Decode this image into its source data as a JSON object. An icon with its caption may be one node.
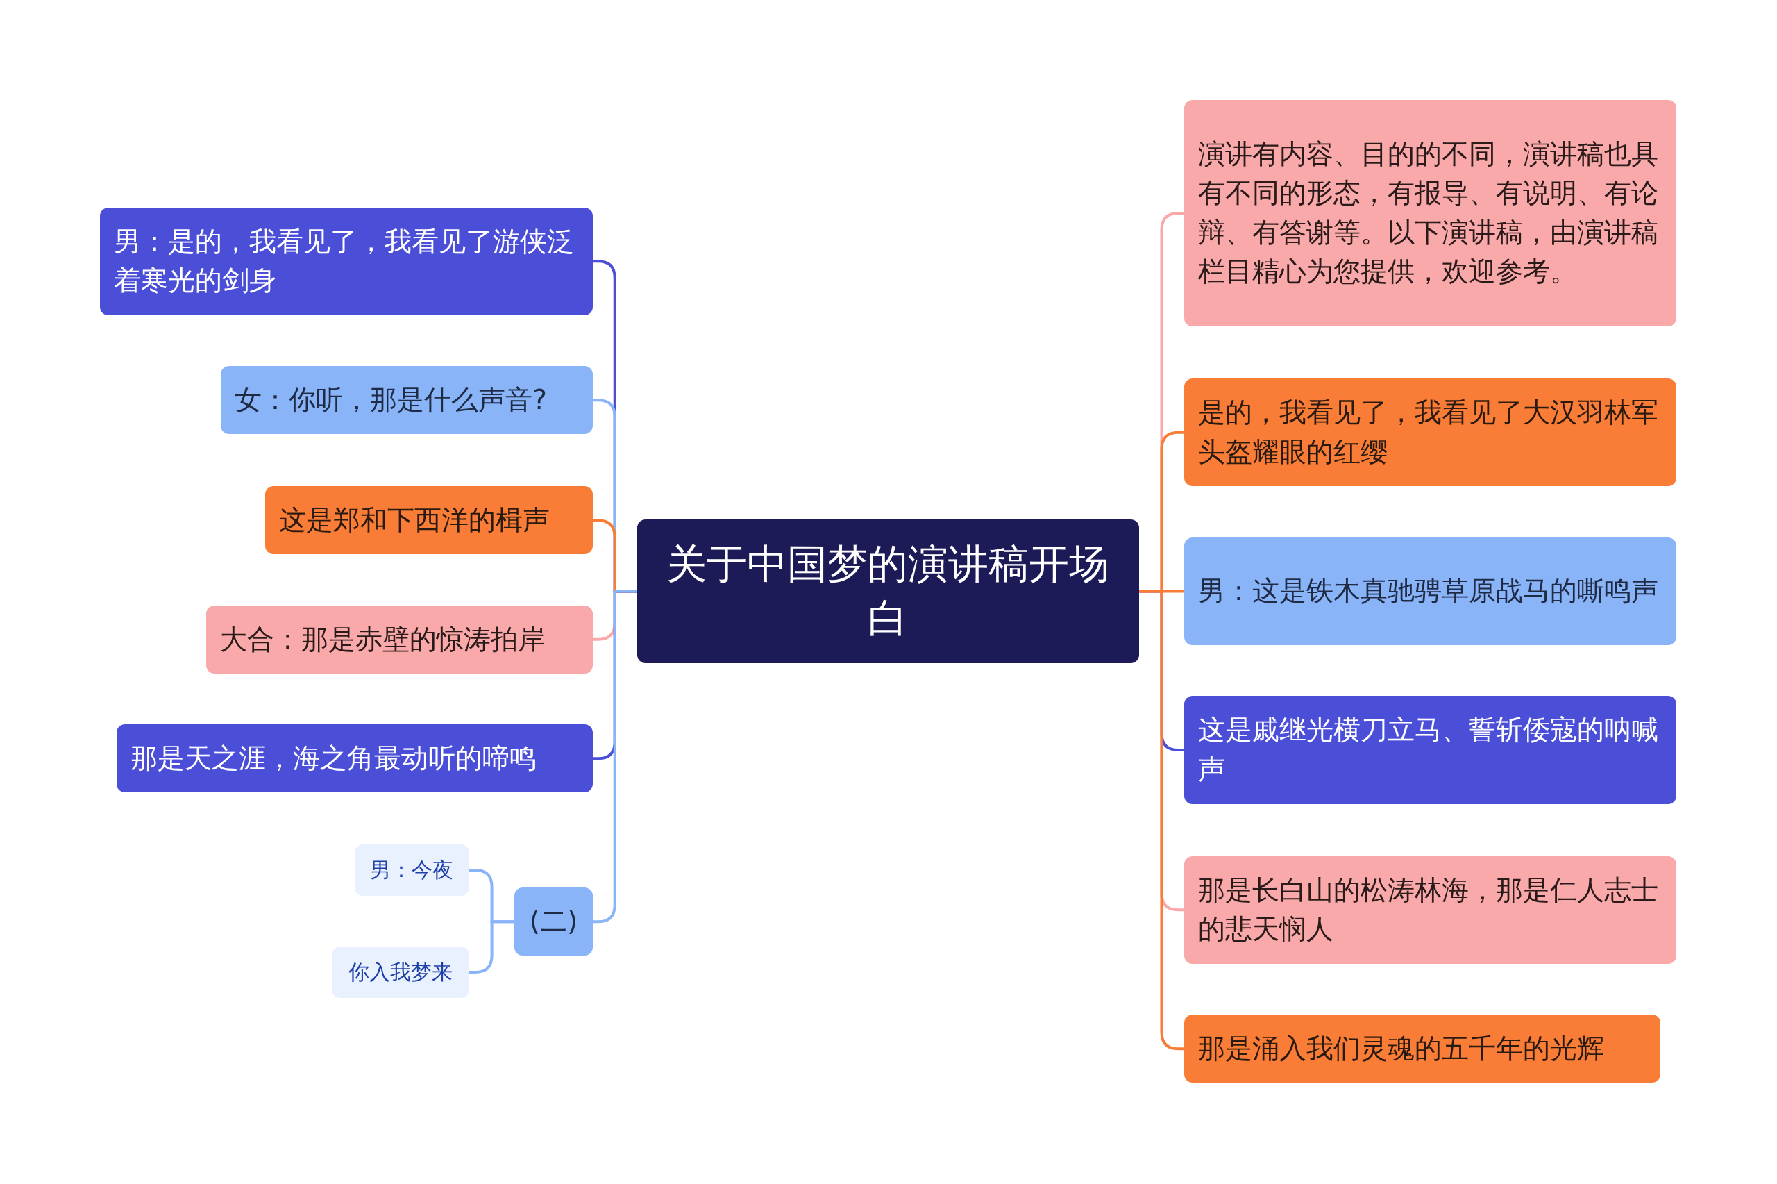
{
  "diagram": {
    "nodes": [
      {
        "text": [
          "关于中国梦的演讲稿开场白"
        ]
      },
      {
        "text": [
          "男：是的，我看见了，我看见了游侠泛着寒光的剑身"
        ]
      },
      {
        "text": [
          "女：你听，那是什么声音?"
        ]
      },
      {
        "text": [
          "这是郑和下西洋的楫声"
        ]
      },
      {
        "text": [
          "大合：那是赤壁的惊涛拍岸"
        ]
      },
      {
        "text": [
          "那是天之涯，海之角最动听的啼鸣"
        ]
      },
      {
        "text": [
          "(二)"
        ]
      },
      {
        "text": [
          "男：今夜"
        ]
      },
      {
        "text": [
          "你入我梦来"
        ]
      },
      {
        "text": [
          "演讲有内容、目的的不同，演讲稿也具有不同的形态，有报导、有说明、有论辩、有答谢等。以下演讲稿，由演讲稿栏目精心为您提供，欢迎参考。"
        ]
      },
      {
        "text": [
          "是的，我看见了，我看见了大汉羽林军头盔耀眼的红缨"
        ]
      },
      {
        "text": [
          "男：这是铁木真驰骋草原战马的嘶鸣声"
        ]
      },
      {
        "text": [
          "这是戚继光横刀立马、誓斩倭寇的呐喊声"
        ]
      },
      {
        "text": [
          "那是长白山的松涛林海，那是仁人志士的悲天悯人"
        ]
      },
      {
        "text": [
          "那是涌入我们灵魂的五千年的光辉"
        ]
      }
    ],
    "edges": [
      {
        "from": 0,
        "to": 1,
        "arrow": "none",
        "color": "#4b4fd8"
      },
      {
        "from": 0,
        "to": 2,
        "arrow": "none",
        "color": "#8ab4f8"
      },
      {
        "from": 0,
        "to": 3,
        "arrow": "none",
        "color": "#f97d36"
      },
      {
        "from": 0,
        "to": 4,
        "arrow": "none",
        "color": "#f9a9a9"
      },
      {
        "from": 0,
        "to": 5,
        "arrow": "none",
        "color": "#4b4fd8"
      },
      {
        "from": 0,
        "to": 6,
        "arrow": "none",
        "color": "#8ab4f8"
      },
      {
        "from": 6,
        "to": 7,
        "arrow": "none",
        "color": "#8ab4f8"
      },
      {
        "from": 6,
        "to": 8,
        "arrow": "none",
        "color": "#8ab4f8"
      },
      {
        "from": 0,
        "to": 9,
        "arrow": "none",
        "color": "#f9a9a9"
      },
      {
        "from": 0,
        "to": 10,
        "arrow": "none",
        "color": "#f97d36"
      },
      {
        "from": 0,
        "to": 11,
        "arrow": "none",
        "color": "#f97d36"
      },
      {
        "from": 0,
        "to": 12,
        "arrow": "none",
        "color": "#4b4fd8"
      },
      {
        "from": 0,
        "to": 13,
        "arrow": "none",
        "color": "#f9a9a9"
      },
      {
        "from": 0,
        "to": 14,
        "arrow": "none",
        "color": "#f97d36"
      }
    ]
  }
}
